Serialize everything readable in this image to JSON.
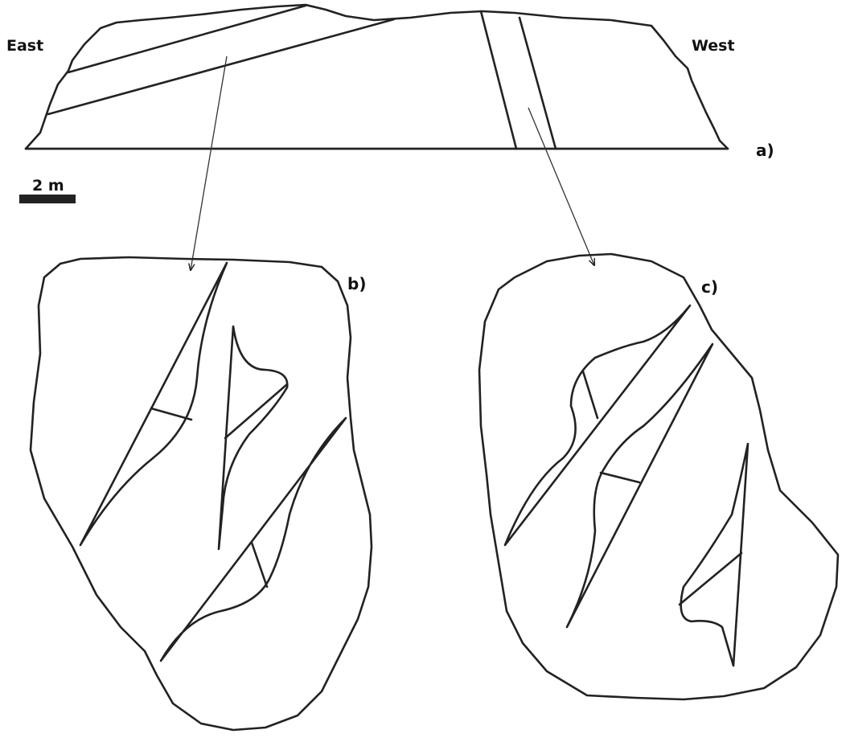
{
  "labels": {
    "east": "East",
    "west": "West",
    "panel_a": "a)",
    "panel_b": "b)",
    "panel_c": "c)",
    "scale": "2 m"
  }
}
